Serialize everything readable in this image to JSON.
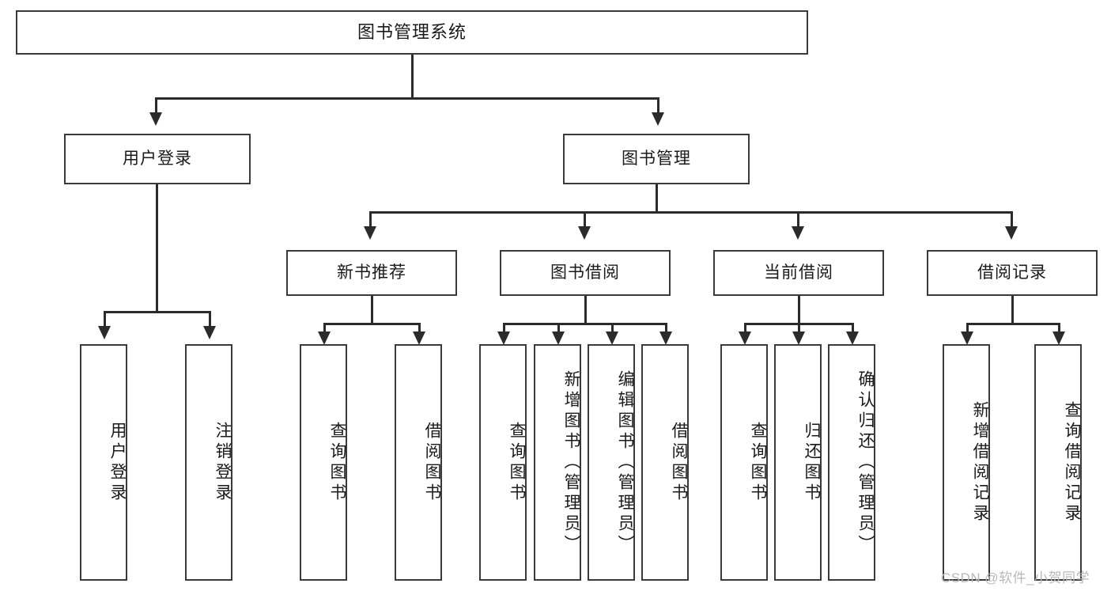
{
  "diagram": {
    "type": "tree-hierarchy",
    "title": "图书管理系统",
    "watermark": "CSDN @软件_小贺同学",
    "colors": {
      "box_border": "#3a3a3a",
      "connector": "#2b2b2b",
      "background": "#ffffff",
      "text": "#1a1a1a",
      "watermark": "#b9b9b9"
    },
    "root": {
      "label": "图书管理系统"
    },
    "level2": [
      {
        "label": "用户登录"
      },
      {
        "label": "图书管理"
      }
    ],
    "level3": [
      {
        "label": "新书推荐"
      },
      {
        "label": "图书借阅"
      },
      {
        "label": "当前借阅"
      },
      {
        "label": "借阅记录"
      }
    ],
    "leaves": {
      "user_login": [
        {
          "label": "用户登录"
        },
        {
          "label": "注销登录"
        }
      ],
      "new_book_recommend": [
        {
          "label": "查询图书"
        },
        {
          "label": "借阅图书"
        }
      ],
      "book_borrow": [
        {
          "label": "查询图书"
        },
        {
          "label": "新增图书（管理员）"
        },
        {
          "label": "编辑图书（管理员）"
        },
        {
          "label": "借阅图书"
        }
      ],
      "current_borrow": [
        {
          "label": "查询图书"
        },
        {
          "label": "归还图书"
        },
        {
          "label": "确认归还（管理员）"
        }
      ],
      "borrow_record": [
        {
          "label": "新增借阅记录"
        },
        {
          "label": "查询借阅记录"
        }
      ]
    }
  }
}
